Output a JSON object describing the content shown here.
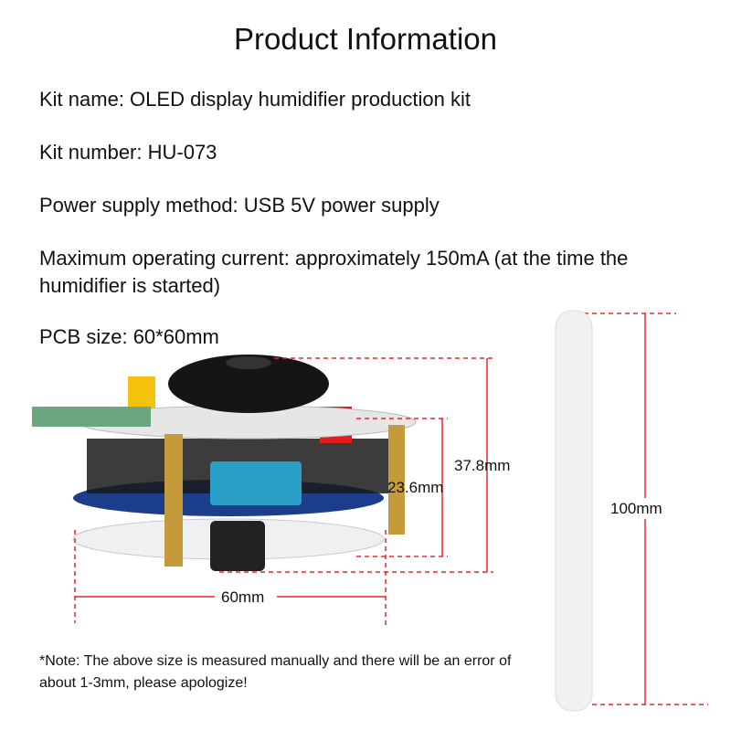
{
  "title": "Product Information",
  "info": [
    "Kit name: OLED display humidifier production kit",
    "Kit number: HU-073",
    "Power supply method: USB 5V power supply",
    "Maximum operating current: approximately 150mA (at the time the humidifier is started)",
    "PCB size: 60*60mm"
  ],
  "dimensions": {
    "height_total": "37.8mm",
    "height_body": "23.6mm",
    "width": "60mm",
    "rod_length": "100mm"
  },
  "note": "*Note: The above size is measured manually and there will be an error of about 1-3mm, please apologize!",
  "colors": {
    "dimension_line": "#e8282b"
  }
}
